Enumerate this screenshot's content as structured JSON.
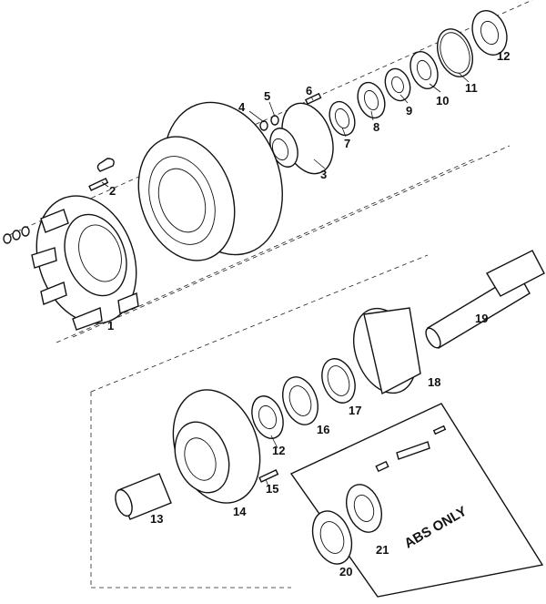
{
  "diagram": {
    "callouts": [
      "1",
      "2",
      "3",
      "4",
      "5",
      "6",
      "7",
      "8",
      "9",
      "10",
      "11",
      "12",
      "12",
      "13",
      "14",
      "15",
      "16",
      "17",
      "18",
      "19",
      "20",
      "21"
    ],
    "inset_label": "ABS ONLY"
  }
}
